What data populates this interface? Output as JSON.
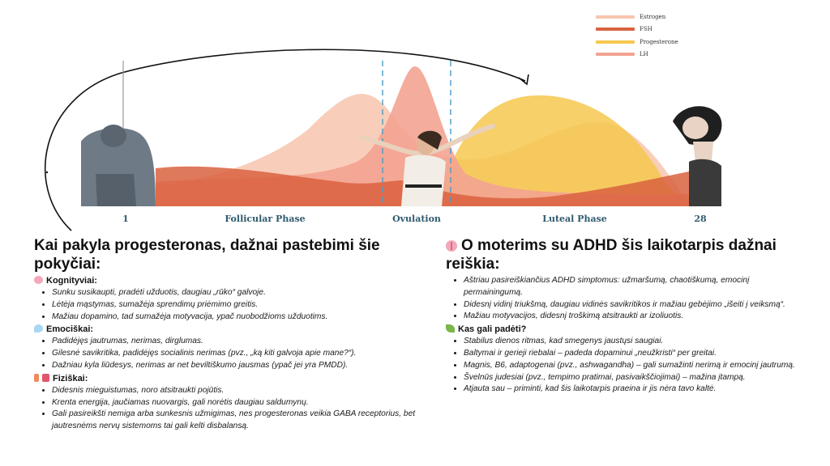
{
  "legend": [
    {
      "label": "Estrogen",
      "color": "#f7c6ae"
    },
    {
      "label": "FSH",
      "color": "#d9623f"
    },
    {
      "label": "Progesterone",
      "color": "#f6c84f"
    },
    {
      "label": "LH",
      "color": "#f3a391"
    }
  ],
  "axis": {
    "day_start": "1",
    "follicular": "Follicular Phase",
    "ovulation": "Ovulation",
    "luteal": "Luteal Phase",
    "day_end": "28"
  },
  "left": {
    "heading": "Kai pakyla progesteronas, dažnai pastebimi šie pokyčiai:",
    "sections": [
      {
        "icon": "brain-icon",
        "title": "Kognityviai:",
        "items": [
          "Sunku susikaupti, pradėti užduotis, daugiau „rūko“ galvoje.",
          "Lėtėja mąstymas, sumažėja sprendimų priėmimo greitis.",
          "Mažiau dopamino, tad sumažėja motyvacija, ypač nuobodžioms užduotims."
        ]
      },
      {
        "icon": "speech-bubble-icon",
        "title": "Emociškai:",
        "items": [
          "Padidėjęs jautrumas, nerimas, dirglumas.",
          "Gilesnė savikritika, padidėjęs socialinis nerimas (pvz., „ką kiti galvoja apie mane?“).",
          "Dažniau kyla liūdesys, nerimas ar net beviltiškumo jausmas (ypač jei yra PMDD)."
        ]
      },
      {
        "icon": "body-female-icon",
        "title": "Fiziškai:",
        "items": [
          "Didesnis mieguistumas, noro atsitraukti pojūtis.",
          "Krenta energija, jaučiamas nuovargis, gali norėtis daugiau saldumynų.",
          "Gali pasireikšti nemiga arba sunkesnis užmigimas, nes progesteronas veikia GABA receptorius, bet jautresnėms nervų sistemoms tai gali kelti disbalansą."
        ]
      }
    ]
  },
  "right": {
    "heading": "O moterims su ADHD šis laikotarpis dažnai reiškia:",
    "items": [
      "Aštriau pasireiškiančius ADHD simptomus: užmaršumą, chaotiškumą, emocinį permainingumą.",
      "Didesnį vidinį triukšmą, daugiau vidinės savikritikos ir mažiau gebėjimo „išeiti į veiksmą“.",
      "Mažiau motyvacijos, didesnį troškimą atsitraukti ar izoliuotis."
    ],
    "help_title": "Kas gali padėti?",
    "help_items": [
      "Stabilus dienos ritmas, kad smegenys jaustųsi saugiai.",
      "Baltymai ir gerieji riebalai – padeda dopaminui „neužkristi“ per greitai.",
      "Magnis, B6, adaptogenai (pvz., ashwagandha) – gali sumažinti nerimą ir emocinį jautrumą.",
      "Švelnūs judesiai (pvz., tempimo pratimai, pasivaikščiojimai) – mažina įtampą.",
      "Atjauta sau – priminti, kad šis laikotarpis praeina ir jis nėra tavo kaltė."
    ]
  }
}
